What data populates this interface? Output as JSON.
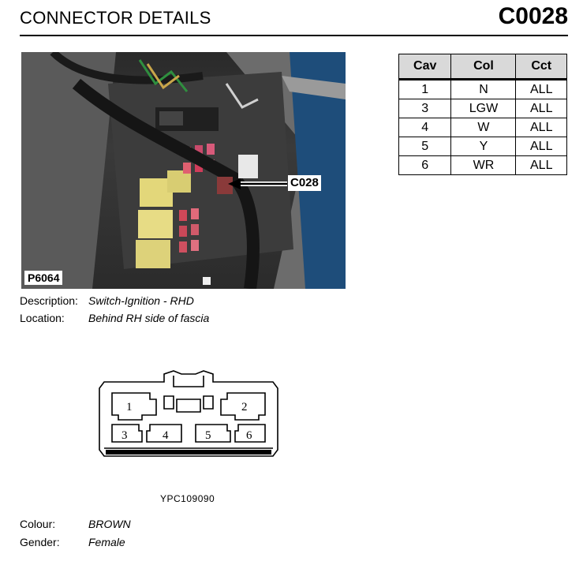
{
  "header": {
    "title": "CONNECTOR DETAILS",
    "code": "C0028"
  },
  "photo": {
    "tag": "P6064",
    "callout": "C028"
  },
  "pin_table": {
    "headers": [
      "Cav",
      "Col",
      "Cct"
    ],
    "rows": [
      [
        "1",
        "N",
        "ALL"
      ],
      [
        "3",
        "LGW",
        "ALL"
      ],
      [
        "4",
        "W",
        "ALL"
      ],
      [
        "5",
        "Y",
        "ALL"
      ],
      [
        "6",
        "WR",
        "ALL"
      ]
    ]
  },
  "description": {
    "label": "Description:",
    "value": "Switch-Ignition - RHD"
  },
  "location": {
    "label": "Location:",
    "value": "Behind RH side of fascia"
  },
  "connector": {
    "cavities": [
      "1",
      "2",
      "3",
      "4",
      "5",
      "6"
    ],
    "part_number": "YPC109090"
  },
  "colour": {
    "label": "Colour:",
    "value": "BROWN"
  },
  "gender": {
    "label": "Gender:",
    "value": "Female"
  }
}
